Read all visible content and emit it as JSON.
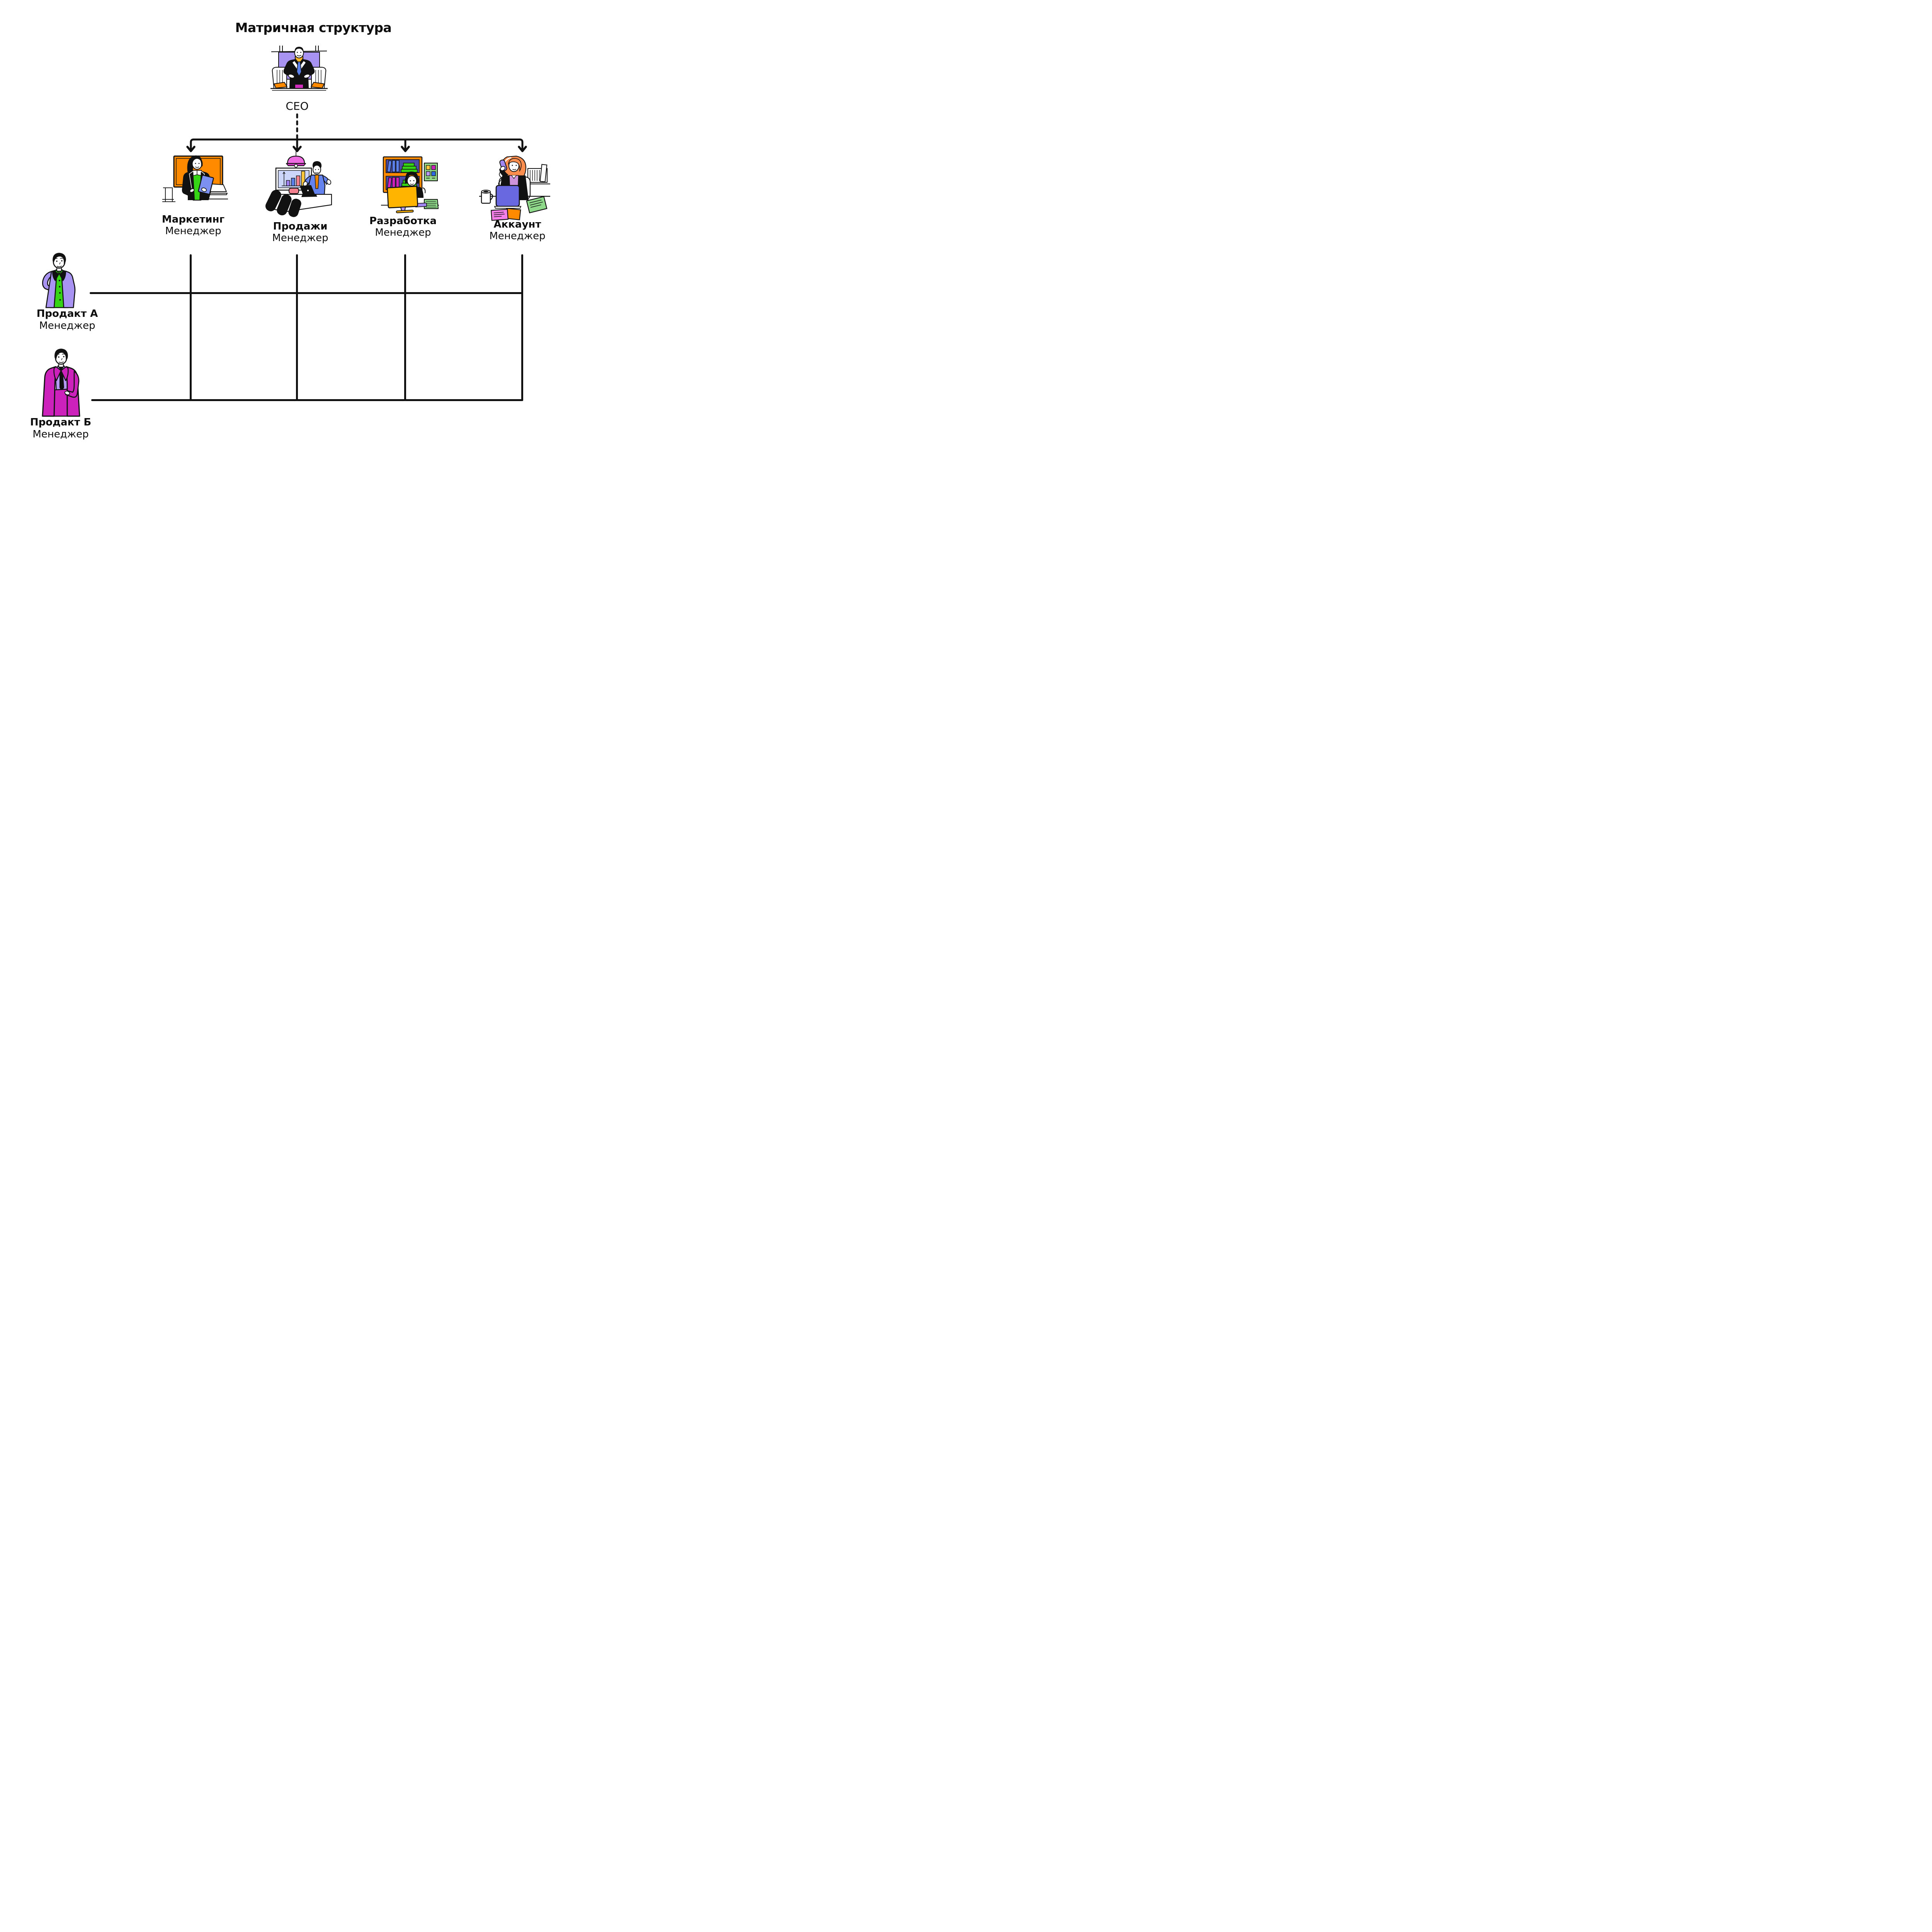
{
  "title": "Матричная структура",
  "ceo": {
    "label": "CEO",
    "illustration": "ceo-at-desk"
  },
  "managers": [
    {
      "id": "marketing",
      "dept": "Маркетинг",
      "role": "Менеджер",
      "illustration": "woman-with-tablet-orange-board"
    },
    {
      "id": "sales",
      "dept": "Продажи",
      "role": "Менеджер",
      "illustration": "man-presenting-bar-chart"
    },
    {
      "id": "development",
      "dept": "Разработка",
      "role": "Менеджер",
      "illustration": "person-at-monitor-with-bookshelf"
    },
    {
      "id": "account",
      "dept": "Аккаунт",
      "role": "Менеджер",
      "illustration": "woman-on-phone-with-laptop"
    }
  ],
  "products": [
    {
      "id": "product-a",
      "name": "Продакт А",
      "role": "Менеджер",
      "illustration": "man-in-lavender-jacket"
    },
    {
      "id": "product-b",
      "name": "Продакт Б",
      "role": "Менеджер",
      "illustration": "man-in-magenta-jacket"
    }
  ],
  "colors": {
    "text": "#0d0d0d",
    "line": "#111111",
    "orange": "#FF8A00",
    "yellow": "#FFB629",
    "amber_bar": "#FFC83B",
    "green": "#35D515",
    "light_green": "#8FD98A",
    "poster_green": "#93D687",
    "blue": "#5B7FE8",
    "jacket_blue": "#6583EE",
    "laptop_blue": "#6968E0",
    "screen_blue": "#CBD6FA",
    "navy_shelf": "#4D4DA8",
    "purple_window": "#A893F2",
    "periwinkle": "#7C90F2",
    "light_purple": "#B49AF2",
    "phone_purple": "#9F86F0",
    "magenta": "#CC22BB",
    "trousers_magenta": "#D12DBD",
    "pink_lamp": "#EE6BE2",
    "pink_doc": "#F47FE8",
    "rose": "#F2808F",
    "shirt_orange": "#FF9500",
    "hair_orange": "#FB8E4E",
    "mauve_shirt": "#CE93DB"
  }
}
